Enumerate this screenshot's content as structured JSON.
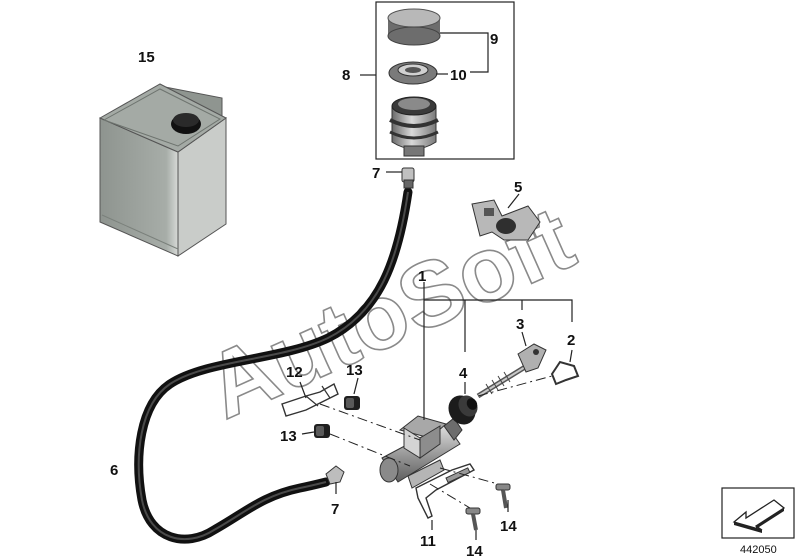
{
  "diagram": {
    "callouts": {
      "c1": "1",
      "c2": "2",
      "c3": "3",
      "c4": "4",
      "c5": "5",
      "c6": "6",
      "c7a": "7",
      "c7b": "7",
      "c8": "8",
      "c9": "9",
      "c10": "10",
      "c11": "11",
      "c12": "12",
      "c13a": "13",
      "c13b": "13",
      "c14a": "14",
      "c14b": "14",
      "c15": "15"
    },
    "document_number": "442050",
    "watermark": "AutoSoft"
  },
  "colors": {
    "hose": "#1e1e1e",
    "part_grey": "#9a9a9a",
    "part_light": "#c8c8c8",
    "part_dark": "#555555",
    "can_body": "#9aa09c",
    "line": "#222222"
  },
  "icons": {
    "next_arrow": "arrow-down-left-icon"
  }
}
